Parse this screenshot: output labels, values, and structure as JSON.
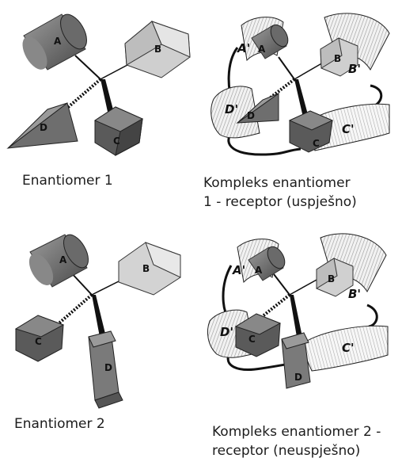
{
  "captions": {
    "enantiomer1": "Enantiomer 1",
    "complex1_line1": "Kompleks enantiomer",
    "complex1_line2": "1 - receptor (uspješno)",
    "enantiomer2": "Enantiomer 2",
    "complex2_line1": "Kompleks enantiomer 2 -",
    "complex2_line2": "receptor (neuspješno)"
  },
  "substituents": {
    "a": "A",
    "b": "B",
    "c": "C",
    "d": "D"
  },
  "receptor_sites": {
    "a": "A'",
    "b": "B'",
    "c": "C'",
    "d": "D'"
  },
  "colors": {
    "dark_gray": "#555555",
    "mid_gray": "#8a8a8a",
    "light_gray": "#d6d6d6",
    "line": "#111111"
  }
}
